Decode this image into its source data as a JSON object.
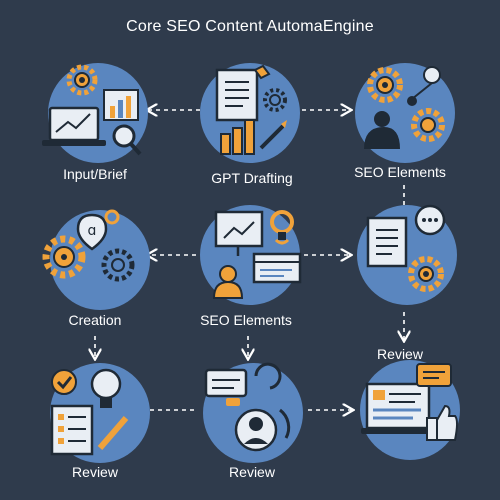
{
  "title": "Core SEO Content AutomaEngine",
  "colors": {
    "background": "#2f3b4c",
    "circle": "#5a86bf",
    "dark": "#1f2a36",
    "accent": "#f0a23a",
    "paper": "#e9eef4",
    "text": "#ffffff"
  },
  "nodes": [
    {
      "label": "Input/Brief",
      "icons": [
        "gear-icon",
        "laptop-chart-icon",
        "magnifier-icon",
        "bar-chart-icon"
      ]
    },
    {
      "label": "GPT Drafting",
      "icons": [
        "document-icon",
        "pencil-icon",
        "bar-chart-icon",
        "gear-icon"
      ]
    },
    {
      "label": "SEO Elements",
      "icons": [
        "gear-icon",
        "network-icon",
        "team-icon"
      ]
    },
    {
      "label": "Creation",
      "icons": [
        "gear-icon",
        "location-pin-icon"
      ]
    },
    {
      "label": "SEO Elements",
      "icons": [
        "presentation-board-icon",
        "lightbulb-icon",
        "person-icon",
        "browser-window-icon"
      ]
    },
    {
      "label": "Review",
      "icons": [
        "document-icon",
        "gear-icon",
        "chat-bubble-icon"
      ]
    },
    {
      "label": "Review",
      "icons": [
        "checklist-icon",
        "lightbulb-icon",
        "checkmark-icon"
      ]
    },
    {
      "label": "Review",
      "icons": [
        "chat-bubble-icon",
        "person-icon",
        "refresh-icon"
      ]
    },
    {
      "label": "",
      "icons": [
        "monitor-icon",
        "chat-bubble-icon",
        "thumbs-up-icon"
      ]
    }
  ]
}
